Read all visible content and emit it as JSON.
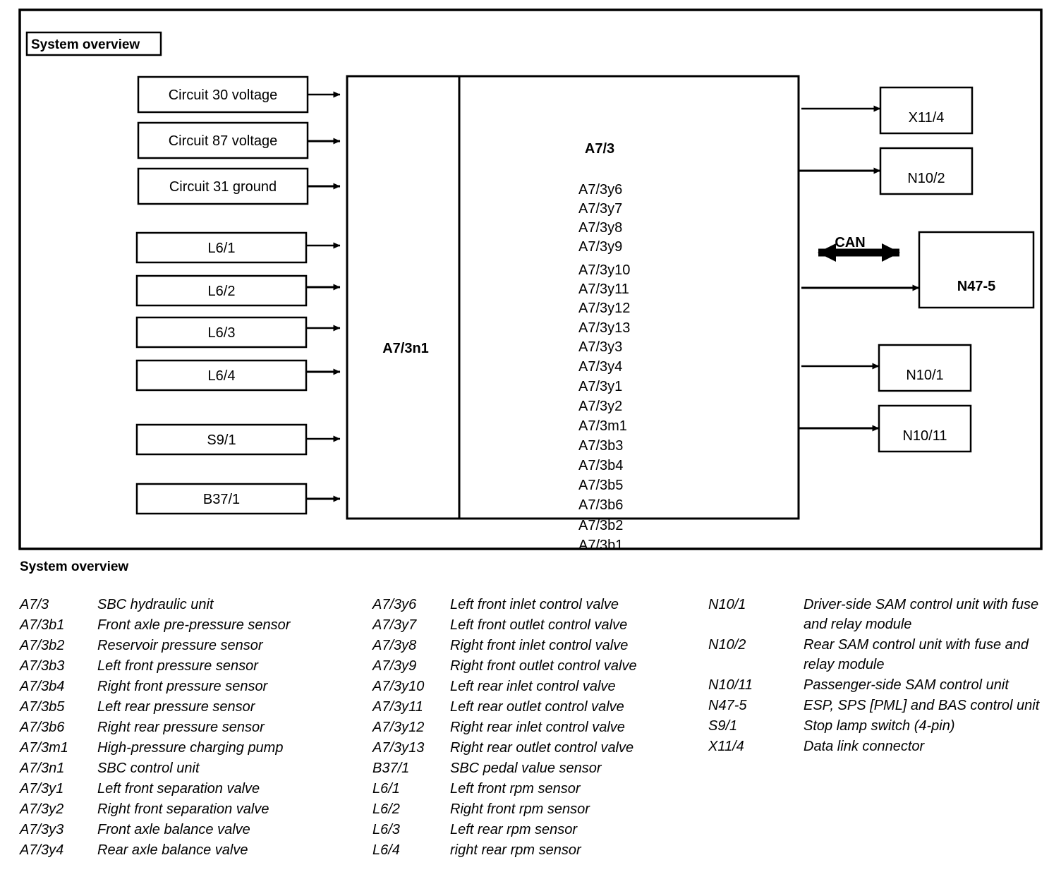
{
  "diagram": {
    "badge_label": "System overview",
    "inputs": [
      {
        "label": "Circuit 30 voltage"
      },
      {
        "label": "Circuit 87 voltage"
      },
      {
        "label": "Circuit 31 ground"
      },
      {
        "label": "L6/1"
      },
      {
        "label": "L6/2"
      },
      {
        "label": "L6/3"
      },
      {
        "label": "L6/4"
      },
      {
        "label": "S9/1"
      },
      {
        "label": "B37/1"
      }
    ],
    "main_block": {
      "left_label": "A7/3n1",
      "right_label": "A7/3",
      "components": [
        "A7/3y6",
        "A7/3y7",
        "A7/3y8",
        "A7/3y9",
        "A7/3y10",
        "A7/3y11",
        "A7/3y12",
        "A7/3y13",
        "A7/3y3",
        "A7/3y4",
        "A7/3y1",
        "A7/3y2",
        "A7/3m1",
        "A7/3b3",
        "A7/3b4",
        "A7/3b5",
        "A7/3b6",
        "A7/3b2",
        "A7/3b1"
      ]
    },
    "outputs": [
      {
        "label": "X11/4"
      },
      {
        "label": "N10/2"
      },
      {
        "label": "N47-5"
      },
      {
        "label": "N10/1"
      },
      {
        "label": "N10/11"
      }
    ],
    "bus_label": "CAN"
  },
  "legend": {
    "heading": "System overview",
    "columns": [
      {
        "rows": [
          {
            "code": "A7/3",
            "desc": "SBC hydraulic unit"
          },
          {
            "code": "A7/3b1",
            "desc": "Front axle pre-pressure sensor"
          },
          {
            "code": "A7/3b2",
            "desc": "Reservoir pressure sensor"
          },
          {
            "code": "A7/3b3",
            "desc": "Left front pressure sensor"
          },
          {
            "code": "A7/3b4",
            "desc": "Right front pressure sensor"
          },
          {
            "code": "A7/3b5",
            "desc": "Left rear pressure sensor"
          },
          {
            "code": "A7/3b6",
            "desc": "Right rear pressure sensor"
          },
          {
            "code": "A7/3m1",
            "desc": "High-pressure charging pump"
          },
          {
            "code": "A7/3n1",
            "desc": "SBC control unit"
          },
          {
            "code": "A7/3y1",
            "desc": "Left front separation valve"
          },
          {
            "code": "A7/3y2",
            "desc": "Right front separation valve"
          },
          {
            "code": "A7/3y3",
            "desc": "Front axle balance valve"
          },
          {
            "code": "A7/3y4",
            "desc": "Rear axle balance valve"
          }
        ]
      },
      {
        "rows": [
          {
            "code": "A7/3y6",
            "desc": "Left front inlet control valve"
          },
          {
            "code": "A7/3y7",
            "desc": "Left front outlet control valve"
          },
          {
            "code": "A7/3y8",
            "desc": "Right front inlet control valve"
          },
          {
            "code": "A7/3y9",
            "desc": "Right front outlet control valve"
          },
          {
            "code": "A7/3y10",
            "desc": "Left rear inlet control valve"
          },
          {
            "code": "A7/3y11",
            "desc": "Left rear outlet control valve"
          },
          {
            "code": "A7/3y12",
            "desc": "Right rear inlet control valve"
          },
          {
            "code": "A7/3y13",
            "desc": "Right rear outlet control valve"
          },
          {
            "code": "B37/1",
            "desc": "SBC pedal value sensor"
          },
          {
            "code": "L6/1",
            "desc": "Left front rpm sensor"
          },
          {
            "code": "L6/2",
            "desc": "Right front rpm sensor"
          },
          {
            "code": "L6/3",
            "desc": "Left rear rpm sensor"
          },
          {
            "code": "L6/4",
            "desc": "right rear rpm sensor"
          }
        ]
      },
      {
        "rows": [
          {
            "code": "N10/1",
            "desc": "Driver-side SAM control unit with fuse and relay module"
          },
          {
            "code": "N10/2",
            "desc": "Rear SAM control unit with fuse and relay module"
          },
          {
            "code": "N10/11",
            "desc": "Passenger-side SAM control unit"
          },
          {
            "code": "N47-5",
            "desc": "ESP, SPS [PML] and BAS control unit"
          },
          {
            "code": "S9/1",
            "desc": "Stop lamp switch (4-pin)"
          },
          {
            "code": "X11/4",
            "desc": "Data link connector"
          }
        ]
      }
    ]
  }
}
